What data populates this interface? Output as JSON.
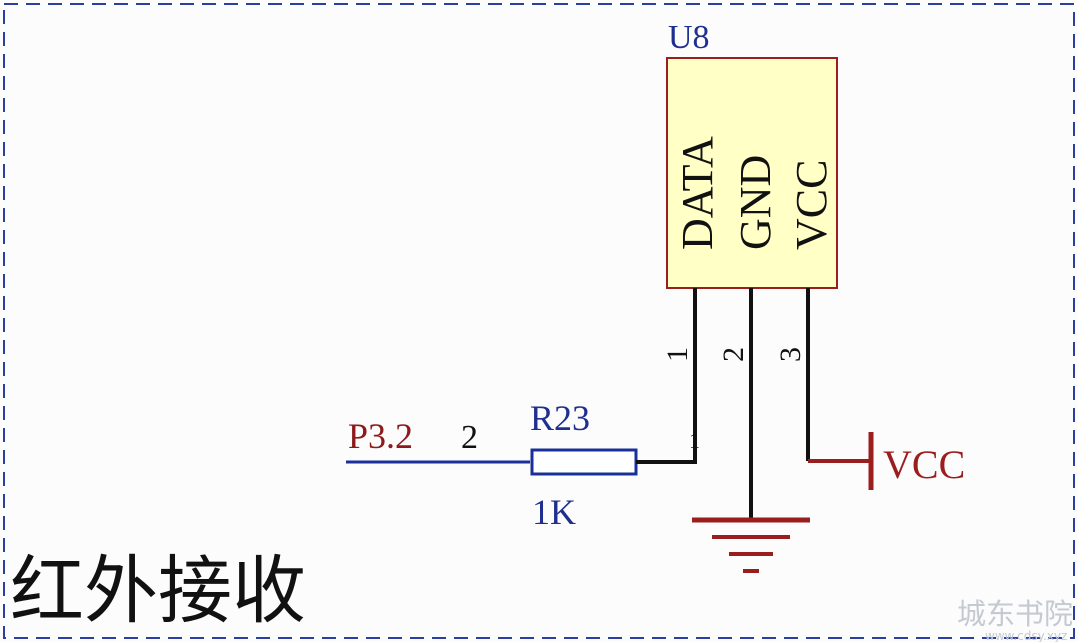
{
  "component": {
    "designator": "U8",
    "pins": [
      {
        "number": "1",
        "name": "DATA"
      },
      {
        "number": "2",
        "name": "GND"
      },
      {
        "number": "3",
        "name": "VCC"
      }
    ]
  },
  "resistor": {
    "designator": "R23",
    "value": "1K",
    "pin_left": "2",
    "pin_right": "1"
  },
  "net_label": "P3.2",
  "power_label": "VCC",
  "section_title": "红外接收",
  "watermark": "城东书院",
  "watermark_sub": "www.cdsy.xyz",
  "colors": {
    "component_fill": "#ffffc6",
    "component_border": "#9a1e1e",
    "designator_text": "#1f2f8f",
    "net_label_text": "#8c1a1a",
    "wire_blue": "#1a2f9a",
    "wire_black": "#111111",
    "power_red": "#9a1e1e",
    "frame_dash": "#2b3fa0"
  }
}
